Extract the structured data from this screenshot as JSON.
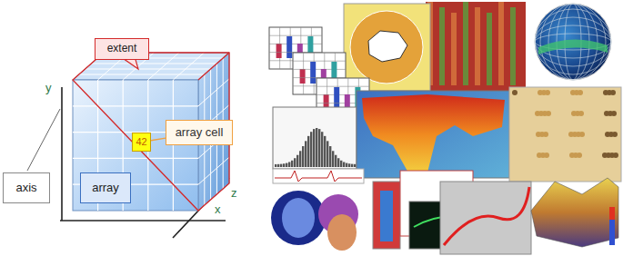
{
  "diagram": {
    "nodes": [
      {
        "text": [
          "extent"
        ]
      },
      {
        "text": [
          "42"
        ]
      },
      {
        "text": [
          "array cell"
        ]
      },
      {
        "text": [
          "array"
        ]
      },
      {
        "text": [
          "axis"
        ]
      }
    ],
    "edges": [
      {
        "from": 1,
        "to": 2,
        "arrow": "none"
      }
    ],
    "labels": [
      "y",
      "z",
      "x"
    ]
  }
}
